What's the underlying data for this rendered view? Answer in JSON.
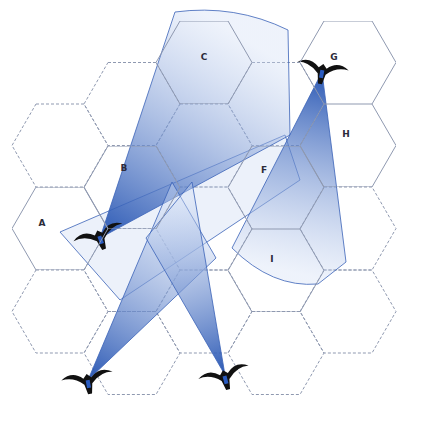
{
  "diagram": {
    "nodes": [
      {
        "text": [
          "C"
        ]
      },
      {
        "text": [
          "G"
        ]
      },
      {
        "text": [
          "H"
        ]
      },
      {
        "text": [
          "B"
        ]
      },
      {
        "text": [
          "F"
        ]
      },
      {
        "text": [
          "A"
        ]
      },
      {
        "text": [
          "I"
        ]
      }
    ]
  }
}
